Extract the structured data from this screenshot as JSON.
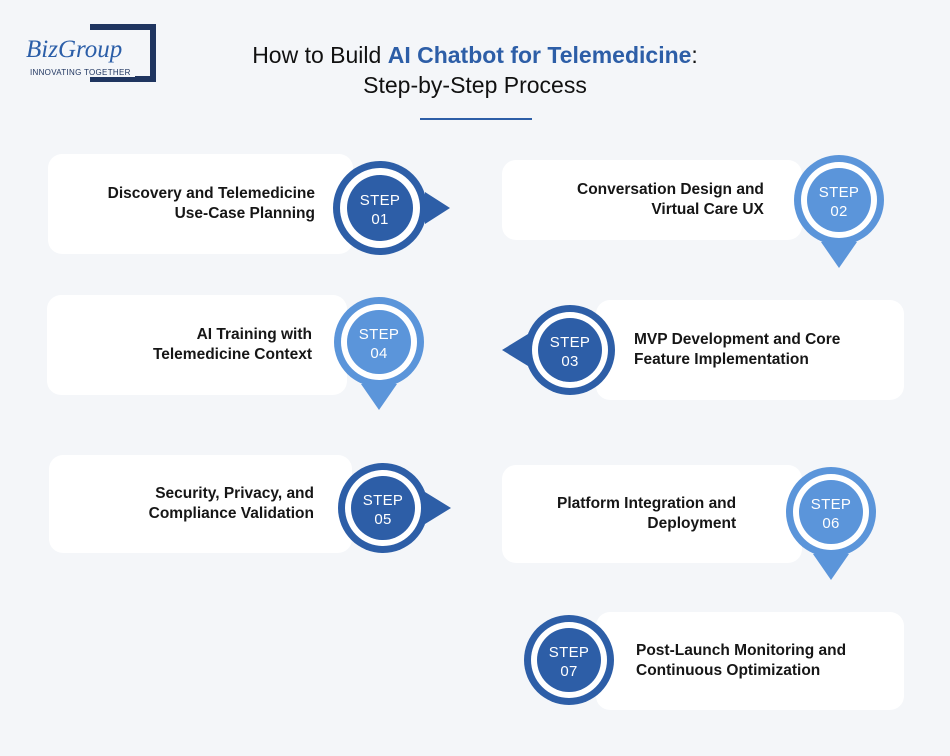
{
  "brand": {
    "name": "BizGroup",
    "tagline": "INNOVATING TOGETHER"
  },
  "title": {
    "prefix": "How to Build ",
    "highlight": "AI Chatbot for Telemedicine",
    "suffix": ":",
    "line2": "Step-by-Step Process"
  },
  "colors": {
    "dark_blue": "#2d5ea7",
    "light_blue": "#5b95da",
    "card": "#ffffff",
    "background": "#f4f6f9"
  },
  "steps": [
    {
      "step_word": "STEP",
      "number": "01",
      "text_lines": [
        "Discovery and Telemedicine",
        "Use-Case Planning"
      ],
      "arrow": "right",
      "tone": "dark"
    },
    {
      "step_word": "STEP",
      "number": "02",
      "text_lines": [
        "Conversation Design and",
        "Virtual Care UX"
      ],
      "arrow": "down",
      "tone": "light"
    },
    {
      "step_word": "STEP",
      "number": "03",
      "text_lines": [
        "MVP Development and Core",
        "Feature Implementation"
      ],
      "arrow": "left",
      "tone": "dark"
    },
    {
      "step_word": "STEP",
      "number": "04",
      "text_lines": [
        "AI Training with",
        "Telemedicine Context"
      ],
      "arrow": "down",
      "tone": "light"
    },
    {
      "step_word": "STEP",
      "number": "05",
      "text_lines": [
        "Security, Privacy, and",
        "Compliance Validation"
      ],
      "arrow": "right",
      "tone": "dark"
    },
    {
      "step_word": "STEP",
      "number": "06",
      "text_lines": [
        "Platform Integration and",
        "Deployment"
      ],
      "arrow": "down",
      "tone": "light"
    },
    {
      "step_word": "STEP",
      "number": "07",
      "text_lines": [
        "Post-Launch Monitoring and",
        "Continuous Optimization"
      ],
      "arrow": "none",
      "tone": "dark"
    }
  ]
}
